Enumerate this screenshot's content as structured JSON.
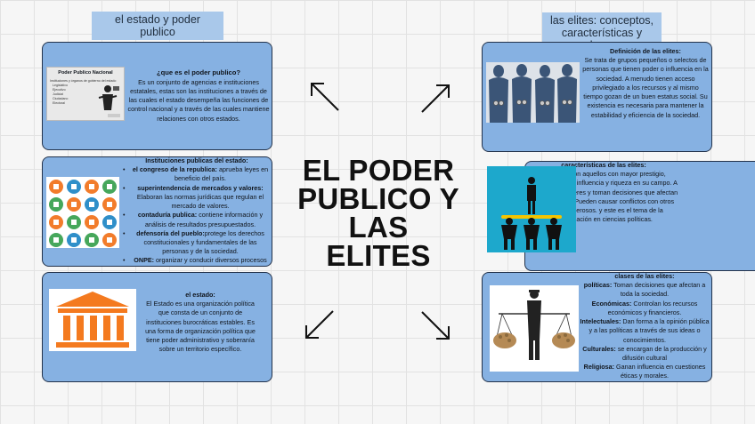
{
  "tags": {
    "left": "el estado y poder publico",
    "right": "las elites: conceptos, características y clases."
  },
  "center_title": "EL PODER PUBLICO Y LAS ELITES",
  "card_poder": {
    "heading": "¿que es el poder publico?",
    "body": "Es un conjunto de agencias e instituciones estatales, estas son las instituciones a través de las cuales el estado desempeña las funciones de control nacional y a través de las cuales mantiene relaciones con otros estados.",
    "thumb_title": "Poder Publico Nacional",
    "thumb_subtitle": "Instituciones y órganos de gobierno del estado",
    "thumb_items": [
      "Legislativo",
      "Ejecutivo",
      "Judicial",
      "Ciudadano",
      "Electoral"
    ]
  },
  "card_instituciones": {
    "heading": "Instituciones publicas del estado:",
    "items": [
      {
        "label": "el congreso de la republica:",
        "text": " aprueba leyes en beneficio del país."
      },
      {
        "label": "superintendencia de mercados y valores:",
        "text": " Elaboran las normas jurídicas que regulan el mercado de valores."
      },
      {
        "label": "contaduría publica:",
        "text": " contiene información y análisis de resultados presupuestados."
      },
      {
        "label": "defensoría del pueblo:",
        "text": "protege los derechos constitucionales y fundamentales de las personas y de la sociedad."
      },
      {
        "label": "ONPE:",
        "text": " organizar y conducir diversos procesos electorales."
      }
    ]
  },
  "card_estado": {
    "heading": "el estado:",
    "body": "El Estado es una organización política que consta de un conjunto de instituciones burocráticas estables. Es una forma de organización política que tiene poder administrativo y soberanía sobre un territorio específico."
  },
  "card_definicion": {
    "heading": "Definición de las elites:",
    "body": "Se trata de grupos pequeños o selectos de personas que tienen poder o influencia en la sociedad. A menudo tienen acceso privilegiado a los recursos y al mismo tiempo gozan de un buen estatus social. Su existencia es necesaria para mantener la estabilidad y eficiencia de la sociedad."
  },
  "card_caracteristicas": {
    "heading": "características de las elites:",
    "body": "Las élites son aquellos con mayor prestigio, reconocimiento, influencia y riqueza en su campo. A menudo son líderes y toman decisiones que afectan a la sociedad. Pueden causar conflictos con otros grupos poderosos. y este es el tema de la investigación en ciencias políticas."
  },
  "card_clases": {
    "heading": "clases de las elites:",
    "items": [
      {
        "label": "políticas:",
        "text": " Toman decisiones que afectan a toda la sociedad."
      },
      {
        "label": "Económicas:",
        "text": " Controlan los recursos económicos y financieros."
      },
      {
        "label": "Intelectuales:",
        "text": " Dan forma a la opinión pública y a las políticas a través de sus ideas o conocimientos."
      },
      {
        "label": "Culturales:",
        "text": " se encargan de la producción y difusión cultural"
      },
      {
        "label": "Religiosa:",
        "text": " Ganan influencia en cuestiones éticas y morales."
      }
    ]
  },
  "colors": {
    "card_fill": "#86b1e2",
    "tag_fill": "#a9c8ea",
    "border": "#23324a",
    "building": "#f47a1f"
  }
}
